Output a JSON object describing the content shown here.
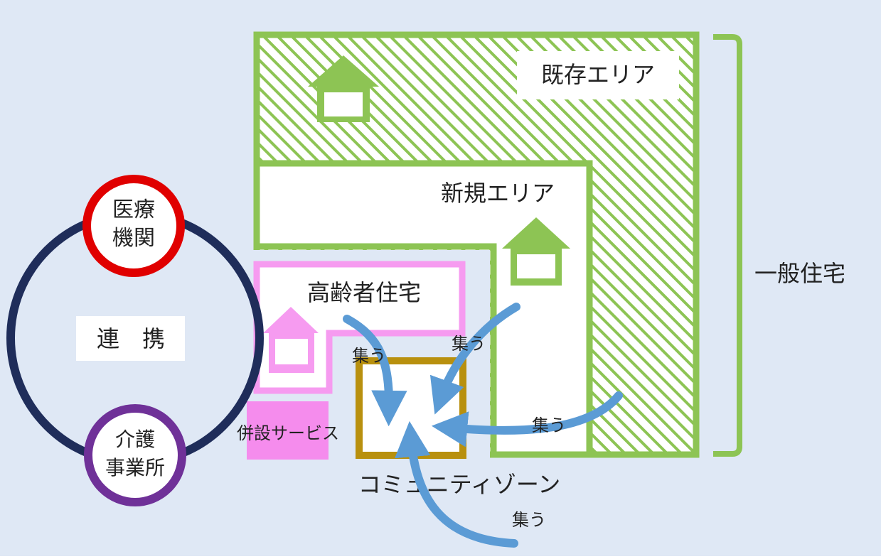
{
  "colors": {
    "background": "#dfe8f5",
    "green": "#8dc454",
    "pink": "#f69bf0",
    "pink_fill": "#f58ced",
    "gold": "#b8900e",
    "arrow": "#5b9bd5",
    "red": "#e00000",
    "navy": "#1f2d5a",
    "purple": "#6f3198"
  },
  "labels": {
    "existing_area": "既存エリア",
    "new_area": "新規エリア",
    "general_housing": "一般住宅",
    "elderly_housing": "高齢者住宅",
    "attached_service": "併設サービス",
    "community_zone": "コミュニティゾーン",
    "gather": "集う",
    "cooperation": "連　携",
    "medical_line1": "医療",
    "medical_line2": "機関",
    "care_line1": "介護",
    "care_line2": "事業所"
  },
  "icons": {
    "house_green_existing": "house-icon",
    "house_green_new": "house-icon",
    "house_pink": "house-icon"
  }
}
